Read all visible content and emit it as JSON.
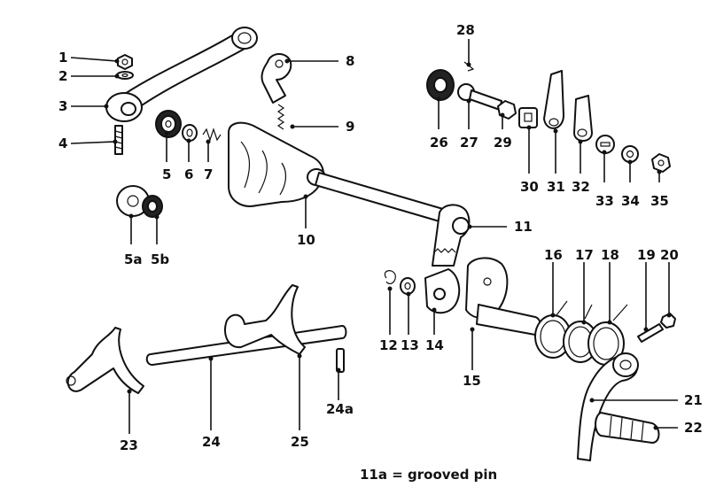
{
  "diagram": {
    "callouts": [
      {
        "id": "1",
        "label": "1"
      },
      {
        "id": "2",
        "label": "2"
      },
      {
        "id": "3",
        "label": "3"
      },
      {
        "id": "4",
        "label": "4"
      },
      {
        "id": "5",
        "label": "5"
      },
      {
        "id": "6",
        "label": "6"
      },
      {
        "id": "7",
        "label": "7"
      },
      {
        "id": "8",
        "label": "8"
      },
      {
        "id": "9",
        "label": "9"
      },
      {
        "id": "10",
        "label": "10"
      },
      {
        "id": "11",
        "label": "11"
      },
      {
        "id": "12",
        "label": "12"
      },
      {
        "id": "13",
        "label": "13"
      },
      {
        "id": "14",
        "label": "14"
      },
      {
        "id": "15",
        "label": "15"
      },
      {
        "id": "16",
        "label": "16"
      },
      {
        "id": "17",
        "label": "17"
      },
      {
        "id": "18",
        "label": "18"
      },
      {
        "id": "19",
        "label": "19"
      },
      {
        "id": "20",
        "label": "20"
      },
      {
        "id": "21",
        "label": "21"
      },
      {
        "id": "22",
        "label": "22"
      },
      {
        "id": "23",
        "label": "23"
      },
      {
        "id": "24",
        "label": "24"
      },
      {
        "id": "24a",
        "label": "24a"
      },
      {
        "id": "25",
        "label": "25"
      },
      {
        "id": "26",
        "label": "26"
      },
      {
        "id": "27",
        "label": "27"
      },
      {
        "id": "28",
        "label": "28"
      },
      {
        "id": "29",
        "label": "29"
      },
      {
        "id": "30",
        "label": "30"
      },
      {
        "id": "31",
        "label": "31"
      },
      {
        "id": "32",
        "label": "32"
      },
      {
        "id": "33",
        "label": "33"
      },
      {
        "id": "34",
        "label": "34"
      },
      {
        "id": "35",
        "label": "35"
      },
      {
        "id": "5a",
        "label": "5a"
      },
      {
        "id": "5b",
        "label": "5b"
      }
    ],
    "note": "11a = grooved pin"
  }
}
